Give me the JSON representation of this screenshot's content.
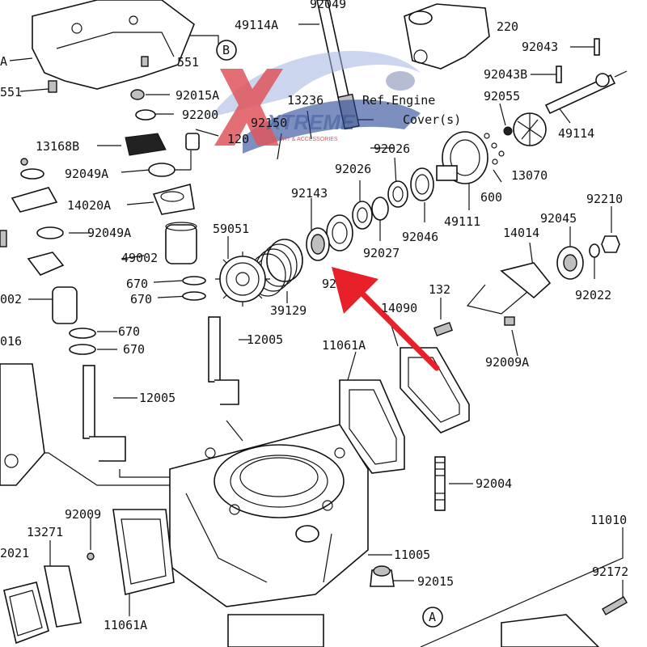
{
  "callouts": {
    "c49114A": "49114A",
    "c92049": "92049",
    "c220": "220",
    "cA_left": "A",
    "c551a": "551",
    "c551b": "551",
    "cB": "B",
    "c92043": "92043",
    "c92043B": "92043B",
    "c92015A": "92015A",
    "c92200": "92200",
    "c13236": "13236",
    "c120": "120",
    "c92150": "92150",
    "cRef1": "Ref.Engine",
    "cRef2": "Cover(s)",
    "c92055": "92055",
    "c49114": "49114",
    "c13168B": "13168B",
    "c92049A_1": "92049A",
    "c92026a": "92026",
    "c92026b": "92026",
    "c13070": "13070",
    "c92143": "92143",
    "c14020A": "14020A",
    "c600": "600",
    "c92210": "92210",
    "c49111": "49111",
    "c92045": "92045",
    "c59051": "59051",
    "c92049A_2": "92049A",
    "c92027": "92027",
    "c92046": "92046",
    "c14014": "14014",
    "c49002": "49002",
    "c670a": "670",
    "c670b": "670",
    "c92022": "92022",
    "c92partial": "92",
    "c39129": "39129",
    "c132": "132",
    "c002": "002",
    "c14090": "14090",
    "c670c": "670",
    "c670d": "670",
    "c92009A": "92009A",
    "c016": "016",
    "c12005a": "12005",
    "c11061A_top": "11061A",
    "c12005b": "12005",
    "c92004": "92004",
    "c11010": "11010",
    "c92009": "92009",
    "c13271": "13271",
    "c2021": "2021",
    "c11005": "11005",
    "c92172": "92172",
    "c92015": "92015",
    "c11061A_bot": "11061A",
    "cA_bottom": "A"
  },
  "watermark": {
    "brand": "XTREME",
    "tagline": "SPORT & ACCESSORIES"
  },
  "colors": {
    "arrow": "#e8202a",
    "watermark_blue": "#1f3f8f",
    "watermark_red": "#d6262f"
  }
}
